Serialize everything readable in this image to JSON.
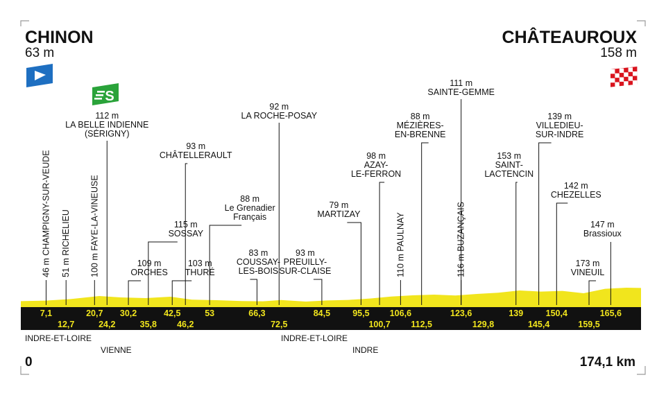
{
  "start": {
    "name": "CHINON",
    "altitude": "63 m"
  },
  "finish": {
    "name": "CHÂTEAUROUX",
    "altitude": "158 m"
  },
  "distance": {
    "start_label": "0",
    "end_label": "174,1 km"
  },
  "sprint_badge": "S",
  "colors": {
    "profile": "#f1e51d",
    "band": "#111111",
    "start_flag": "#1e6fc1",
    "finish_flag": "#d9141e",
    "sprint": "#2aa33a"
  },
  "chart_data": {
    "type": "area",
    "x_unit": "km",
    "xlim": [
      0,
      174.1
    ],
    "elevation_profile": [
      [
        0,
        63
      ],
      [
        7,
        67
      ],
      [
        14,
        78
      ],
      [
        22,
        100
      ],
      [
        28,
        90
      ],
      [
        35,
        85
      ],
      [
        42,
        95
      ],
      [
        48,
        74
      ],
      [
        55,
        70
      ],
      [
        62,
        64
      ],
      [
        68,
        62
      ],
      [
        73,
        71
      ],
      [
        80,
        60
      ],
      [
        86,
        68
      ],
      [
        92,
        72
      ],
      [
        98,
        82
      ],
      [
        104,
        96
      ],
      [
        110,
        105
      ],
      [
        116,
        110
      ],
      [
        122,
        104
      ],
      [
        128,
        115
      ],
      [
        134,
        124
      ],
      [
        140,
        140
      ],
      [
        146,
        132
      ],
      [
        152,
        137
      ],
      [
        158,
        120
      ],
      [
        164,
        152
      ],
      [
        170,
        160
      ],
      [
        174.1,
        158
      ]
    ],
    "rotated_labels": [
      {
        "text": "46 m CHAMPIGNY-SUR-VEUDE",
        "km": 7.1
      },
      {
        "text": "51 m RICHELIEU",
        "km": 12.7
      },
      {
        "text": "100 m FAYE-LA-VINEUSE",
        "km": 20.7
      },
      {
        "text": "110 m PAULNAY",
        "km": 106.6
      },
      {
        "text": "116 m BUZANÇAIS",
        "km": 123.6
      }
    ],
    "places": [
      {
        "lines": [
          "112 m",
          "LA BELLE INDIENNE",
          "(SÉRIGNY)"
        ],
        "km": 24.2
      },
      {
        "lines": [
          "109 m",
          "ORCHES"
        ],
        "km": 30.2
      },
      {
        "lines": [
          "115 m",
          "SOSSAY"
        ],
        "km": 35.8
      },
      {
        "lines": [
          "103 m",
          "THURÉ"
        ],
        "km": 42.5
      },
      {
        "lines": [
          "93 m",
          "CHÂTELLERAULT"
        ],
        "km": 46.2
      },
      {
        "lines": [
          "88 m",
          "Le Grenadier",
          "Français"
        ],
        "km": 53
      },
      {
        "lines": [
          "83 m",
          "COUSSAY-",
          "LES-BOIS"
        ],
        "km": 66.3
      },
      {
        "lines": [
          "92 m",
          "LA ROCHE-POSAY"
        ],
        "km": 72.5
      },
      {
        "lines": [
          "93 m",
          "PREUILLY-",
          "SUR-CLAISE"
        ],
        "km": 84.5
      },
      {
        "lines": [
          "79 m",
          "MARTIZAY"
        ],
        "km": 95.5
      },
      {
        "lines": [
          "98 m",
          "AZAY-",
          "LE-FERRON"
        ],
        "km": 100.7
      },
      {
        "lines": [
          "88 m",
          "MÉZIÈRES-",
          "EN-BRENNE"
        ],
        "km": 112.5
      },
      {
        "lines": [
          "111 m",
          "SAINTE-GEMME"
        ],
        "km": 123.6
      },
      {
        "lines": [
          "153 m",
          "SAINT-",
          "LACTENCIN"
        ],
        "km": 139
      },
      {
        "lines": [
          "139 m",
          "VILLEDIEU-",
          "SUR-INDRE"
        ],
        "km": 145.4
      },
      {
        "lines": [
          "142 m",
          "CHEZELLES"
        ],
        "km": 150.4
      },
      {
        "lines": [
          "173 m",
          "VINEUIL"
        ],
        "km": 159.5
      },
      {
        "lines": [
          "147 m",
          "Brassioux"
        ],
        "km": 165.6
      }
    ],
    "km_markers_upper": [
      "7,1",
      "20,7",
      "30,2",
      "42,5",
      "53",
      "66,3",
      "84,5",
      "95,5",
      "106,6",
      "123,6",
      "139",
      "150,4",
      "165,6"
    ],
    "km_markers_lower": [
      "12,7",
      "24,2",
      "35,8",
      "46,2",
      "72,5",
      "100,7",
      "112,5",
      "129,8",
      "145,4",
      "159,5"
    ],
    "departments": [
      "INDRE-ET-LOIRE",
      "VIENNE",
      "INDRE-ET-LOIRE",
      "INDRE"
    ]
  }
}
